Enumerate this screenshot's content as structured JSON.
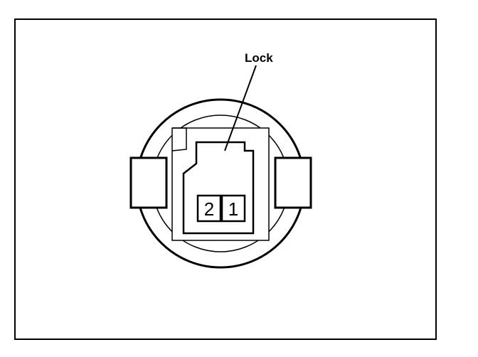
{
  "diagram": {
    "callout_label": "Lock",
    "terminals": [
      {
        "number": "2"
      },
      {
        "number": "1"
      }
    ],
    "colors": {
      "stroke": "#000000",
      "background": "#ffffff"
    }
  }
}
